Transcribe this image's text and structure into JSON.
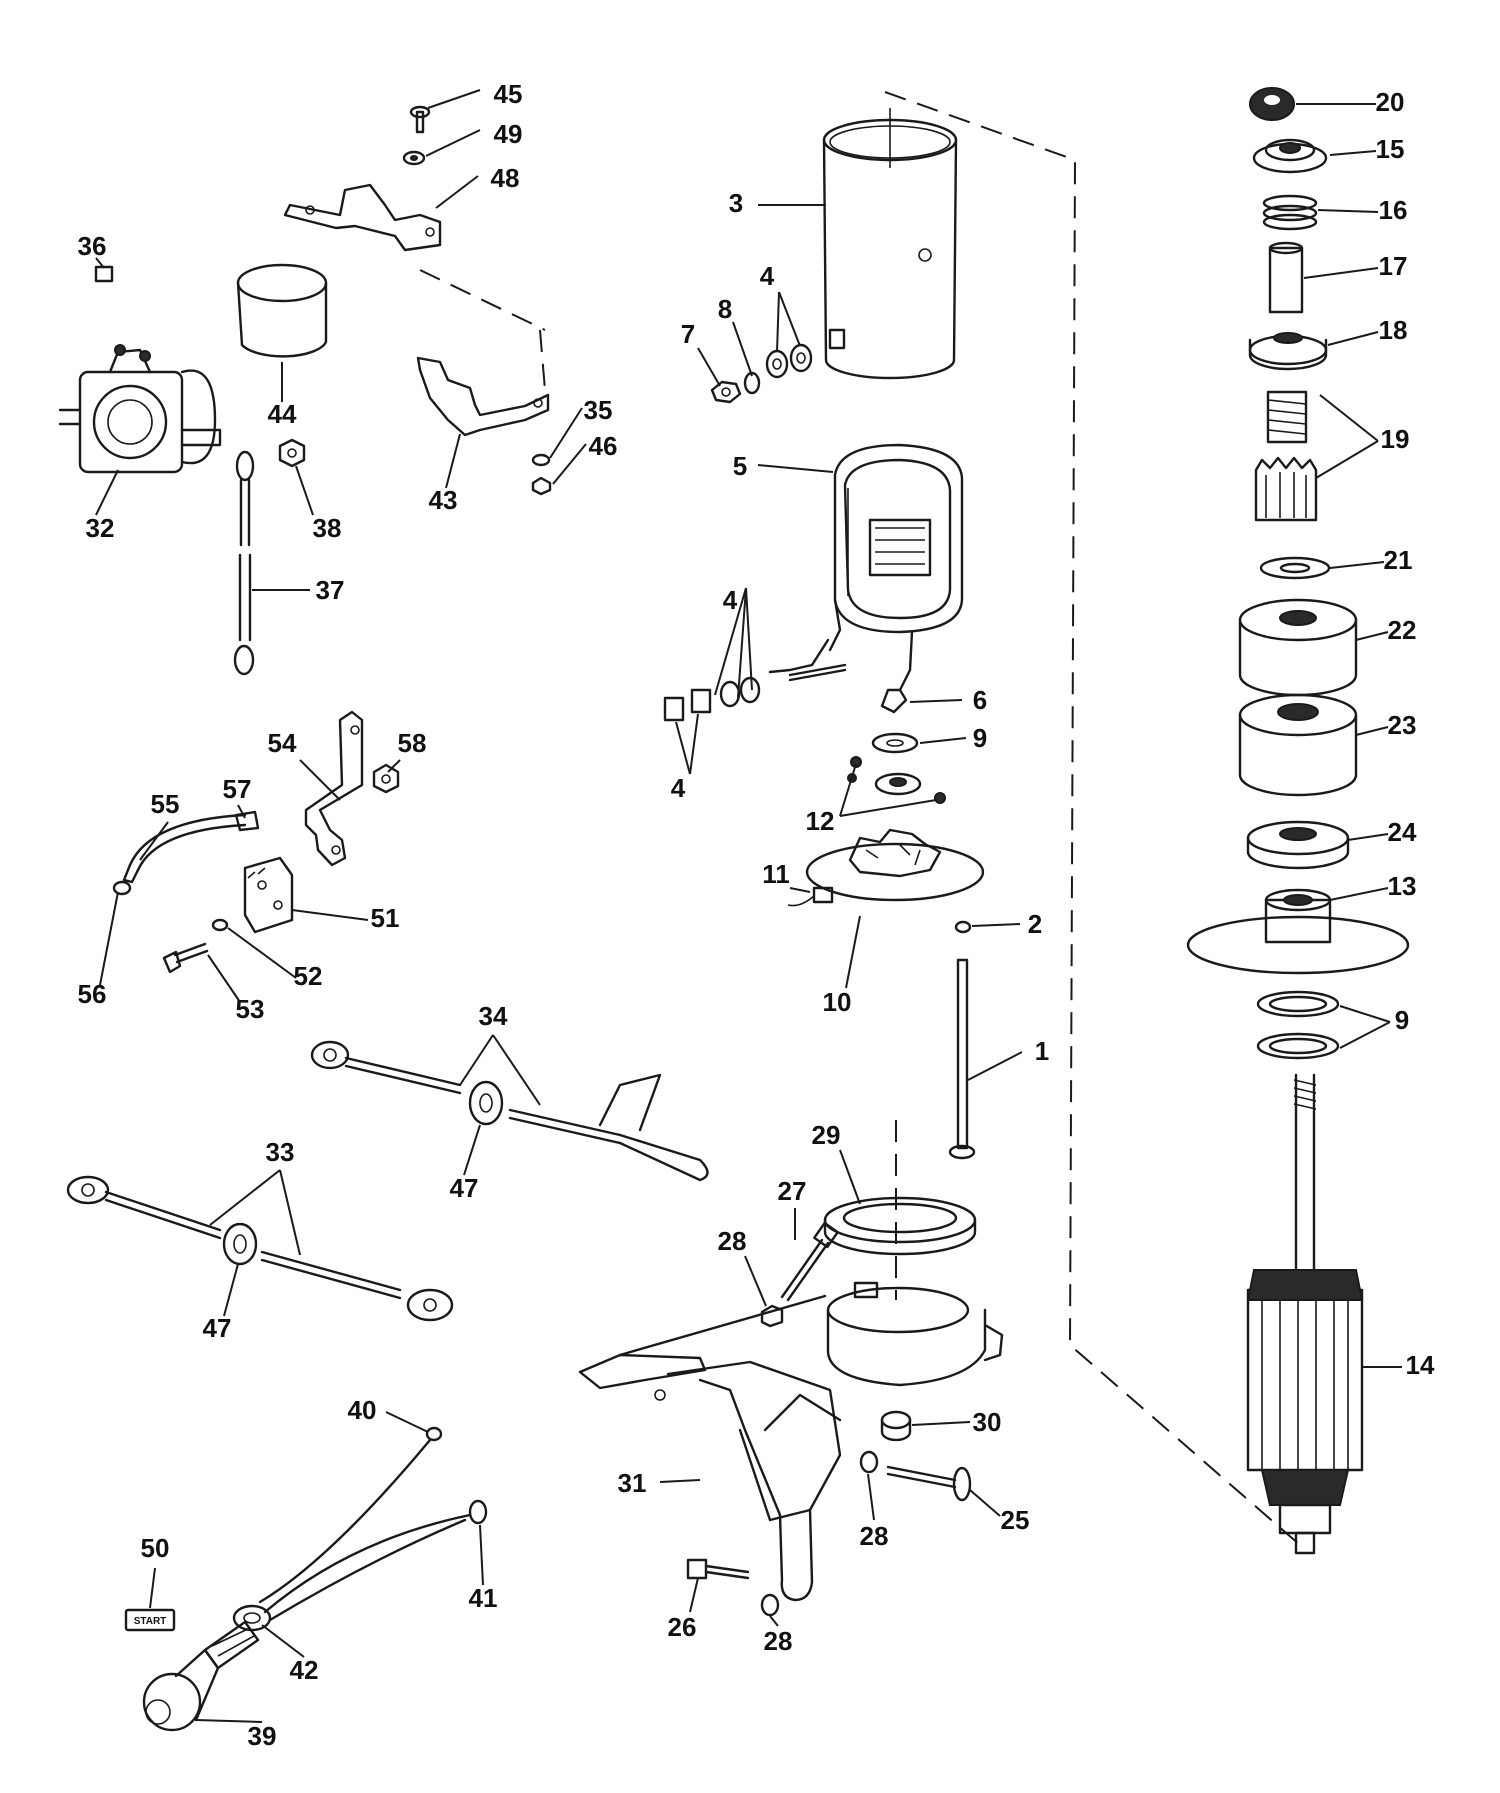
{
  "callouts": [
    {
      "id": "1"
    },
    {
      "id": "2"
    },
    {
      "id": "3"
    },
    {
      "id": "4"
    },
    {
      "id": "5"
    },
    {
      "id": "6"
    },
    {
      "id": "7"
    },
    {
      "id": "8"
    },
    {
      "id": "9"
    },
    {
      "id": "10"
    },
    {
      "id": "11"
    },
    {
      "id": "12"
    },
    {
      "id": "13"
    },
    {
      "id": "14"
    },
    {
      "id": "15"
    },
    {
      "id": "16"
    },
    {
      "id": "17"
    },
    {
      "id": "18"
    },
    {
      "id": "19"
    },
    {
      "id": "20"
    },
    {
      "id": "21"
    },
    {
      "id": "22"
    },
    {
      "id": "23"
    },
    {
      "id": "24"
    },
    {
      "id": "25"
    },
    {
      "id": "26"
    },
    {
      "id": "27"
    },
    {
      "id": "28"
    },
    {
      "id": "29"
    },
    {
      "id": "30"
    },
    {
      "id": "31"
    },
    {
      "id": "32"
    },
    {
      "id": "33"
    },
    {
      "id": "34"
    },
    {
      "id": "35"
    },
    {
      "id": "36"
    },
    {
      "id": "37"
    },
    {
      "id": "38"
    },
    {
      "id": "39"
    },
    {
      "id": "40"
    },
    {
      "id": "41"
    },
    {
      "id": "42"
    },
    {
      "id": "43"
    },
    {
      "id": "44"
    },
    {
      "id": "45"
    },
    {
      "id": "46"
    },
    {
      "id": "47"
    },
    {
      "id": "48"
    },
    {
      "id": "49"
    },
    {
      "id": "50"
    },
    {
      "id": "51"
    },
    {
      "id": "52"
    },
    {
      "id": "53"
    },
    {
      "id": "54"
    },
    {
      "id": "55"
    },
    {
      "id": "56"
    },
    {
      "id": "57"
    },
    {
      "id": "58"
    }
  ],
  "start_plate_text": "START"
}
